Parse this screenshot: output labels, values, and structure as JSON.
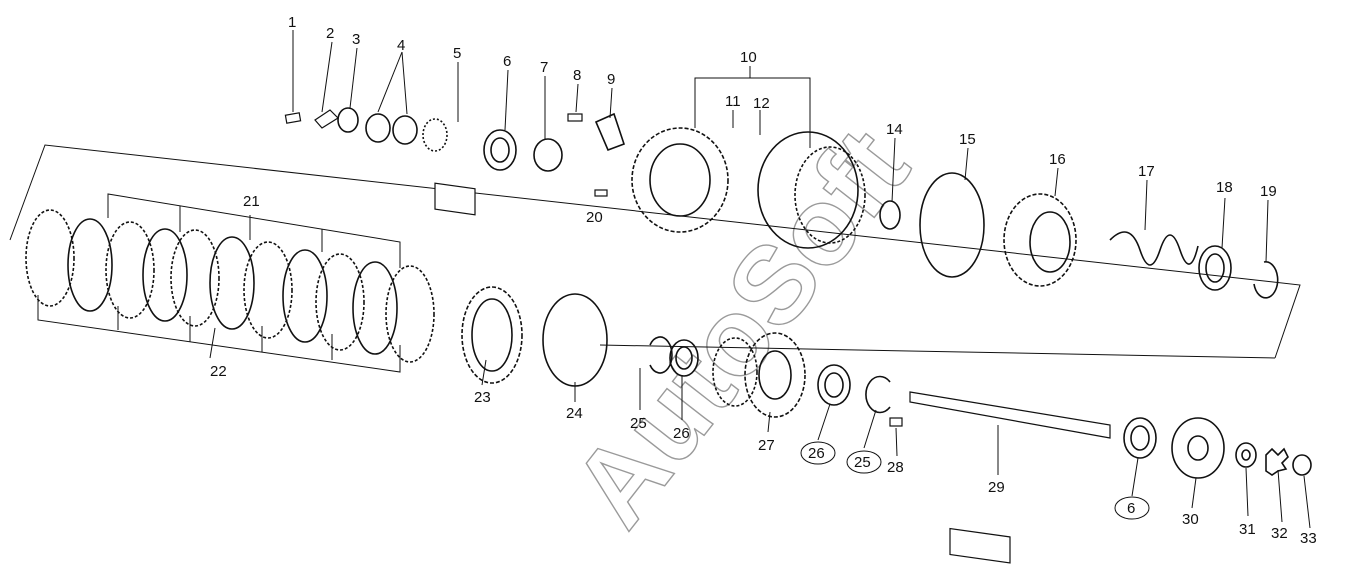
{
  "watermark": "AutoSoft",
  "labels": [
    "1",
    "2",
    "3",
    "4",
    "5",
    "6",
    "7",
    "8",
    "9",
    "10",
    "11",
    "12",
    "14",
    "15",
    "16",
    "17",
    "18",
    "19",
    "20",
    "21",
    "22",
    "23",
    "24",
    "25",
    "26",
    "27",
    "26",
    "25",
    "28",
    "29",
    "6",
    "30",
    "31",
    "32",
    "33"
  ],
  "circled_labels": [
    "26",
    "25",
    "6"
  ]
}
